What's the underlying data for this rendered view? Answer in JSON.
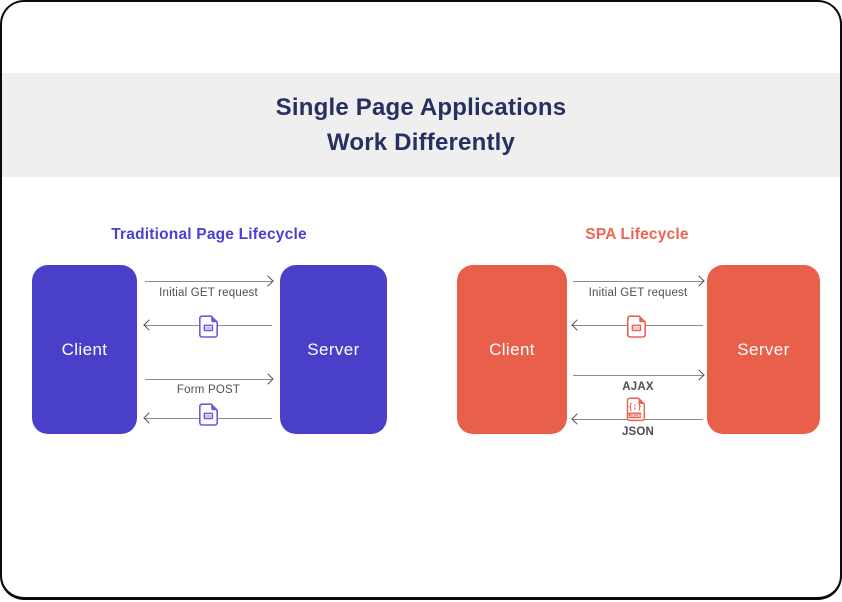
{
  "title": {
    "line1": "Single Page Applications",
    "line2": "Work Differently"
  },
  "colors": {
    "navy_title": "#263061",
    "band_gray": "#efeff0",
    "purple": "#4a3fc9",
    "purple_heading": "#4b40d4",
    "orange": "#e9604a",
    "orange_heading": "#ee6450",
    "arrow_gray": "#8a8a8a",
    "label_gray": "#4f4f4f"
  },
  "traditional": {
    "heading": "Traditional Page Lifecycle",
    "client_label": "Client",
    "server_label": "Server",
    "flows": [
      {
        "label": "Initial GET request",
        "direction": "right"
      },
      {
        "icon": "document-icon",
        "direction": "left"
      },
      {
        "label": "Form POST",
        "direction": "right"
      },
      {
        "icon": "document-icon",
        "direction": "left"
      }
    ]
  },
  "spa": {
    "heading": "SPA Lifecycle",
    "client_label": "Client",
    "server_label": "Server",
    "flows": [
      {
        "label": "Initial GET request",
        "direction": "right"
      },
      {
        "icon": "document-icon",
        "direction": "left"
      },
      {
        "label": "AJAX",
        "direction": "right"
      },
      {
        "icon": "json-file-icon",
        "icon_tag": "JSON",
        "label": "JSON",
        "direction": "left"
      }
    ]
  }
}
